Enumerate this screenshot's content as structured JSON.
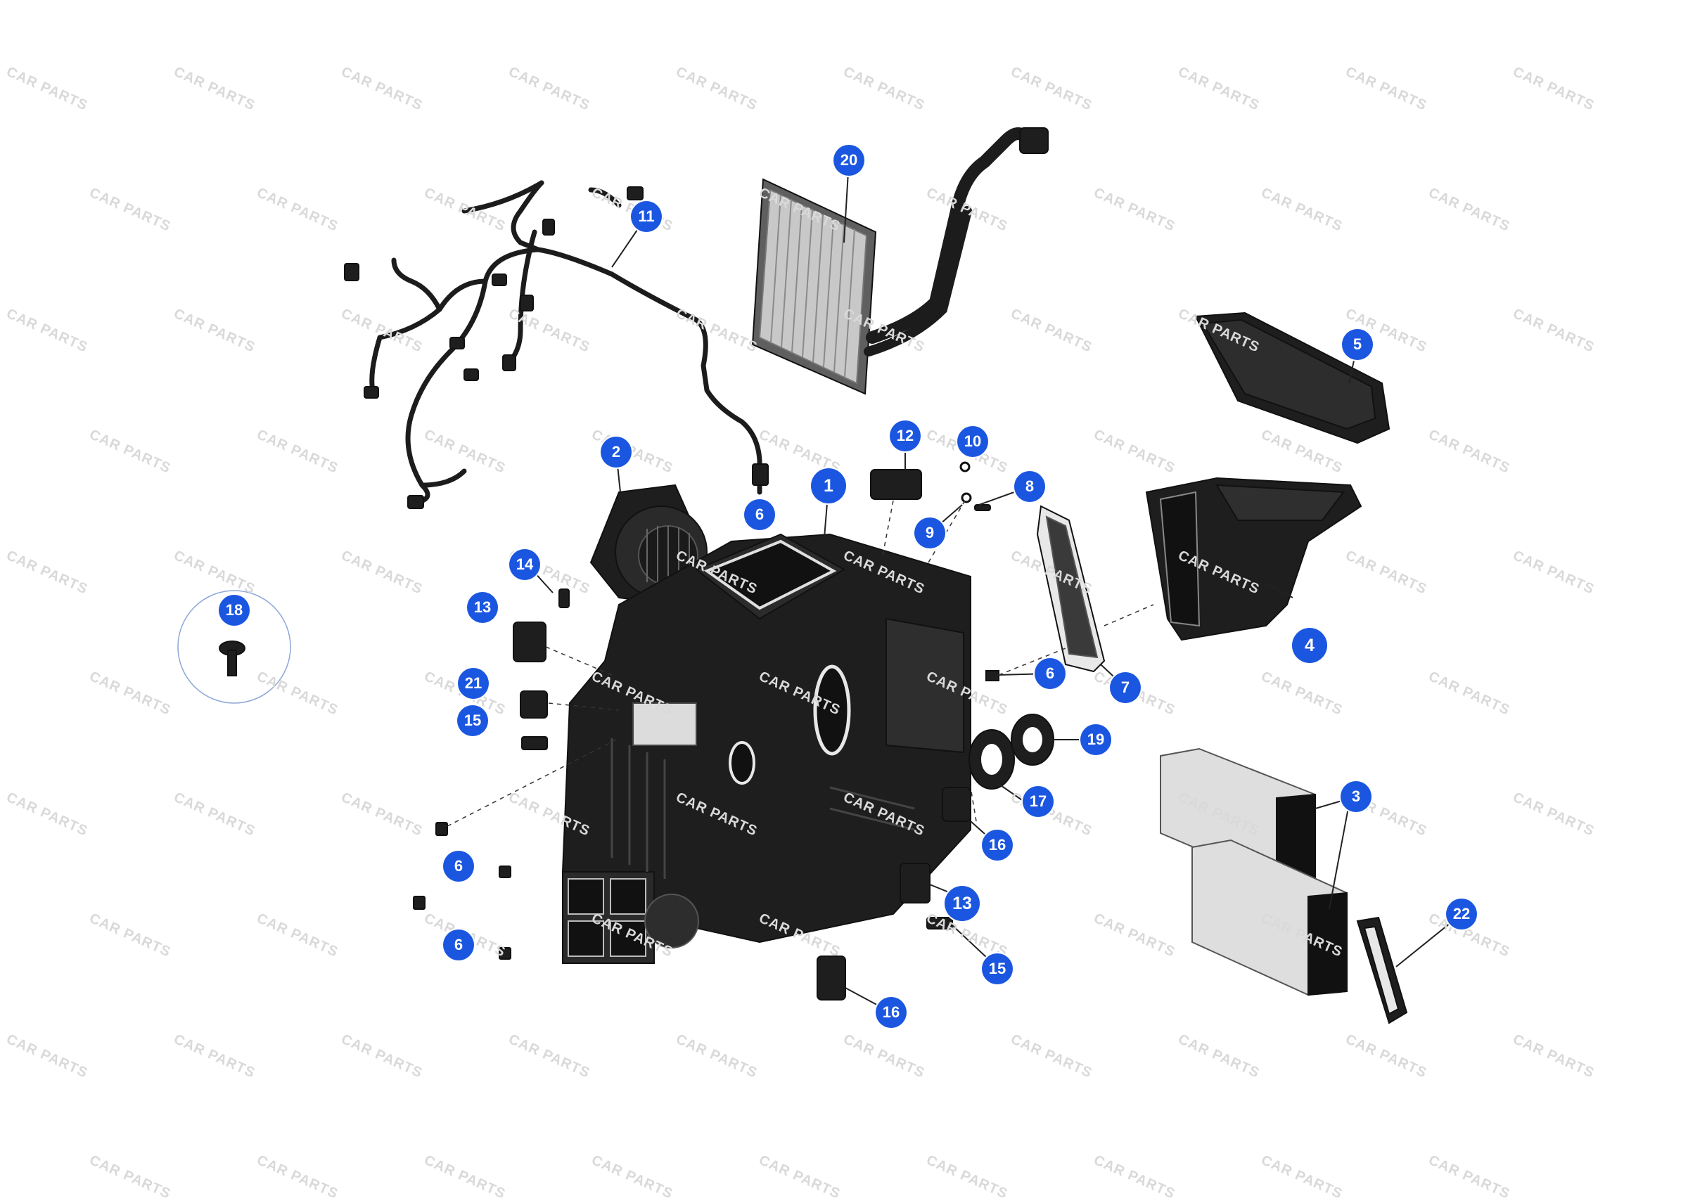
{
  "diagram": {
    "watermark_text": "CAR PARTS",
    "accent_color": "#1a56e0",
    "part_color": "#1e1e1e",
    "callouts": [
      "20",
      "11",
      "5",
      "12",
      "10",
      "8",
      "9",
      "2",
      "6",
      "1",
      "14",
      "13",
      "18",
      "4",
      "7",
      "6",
      "19",
      "21",
      "15",
      "17",
      "16",
      "3",
      "6",
      "13",
      "22",
      "6",
      "15",
      "16"
    ]
  }
}
